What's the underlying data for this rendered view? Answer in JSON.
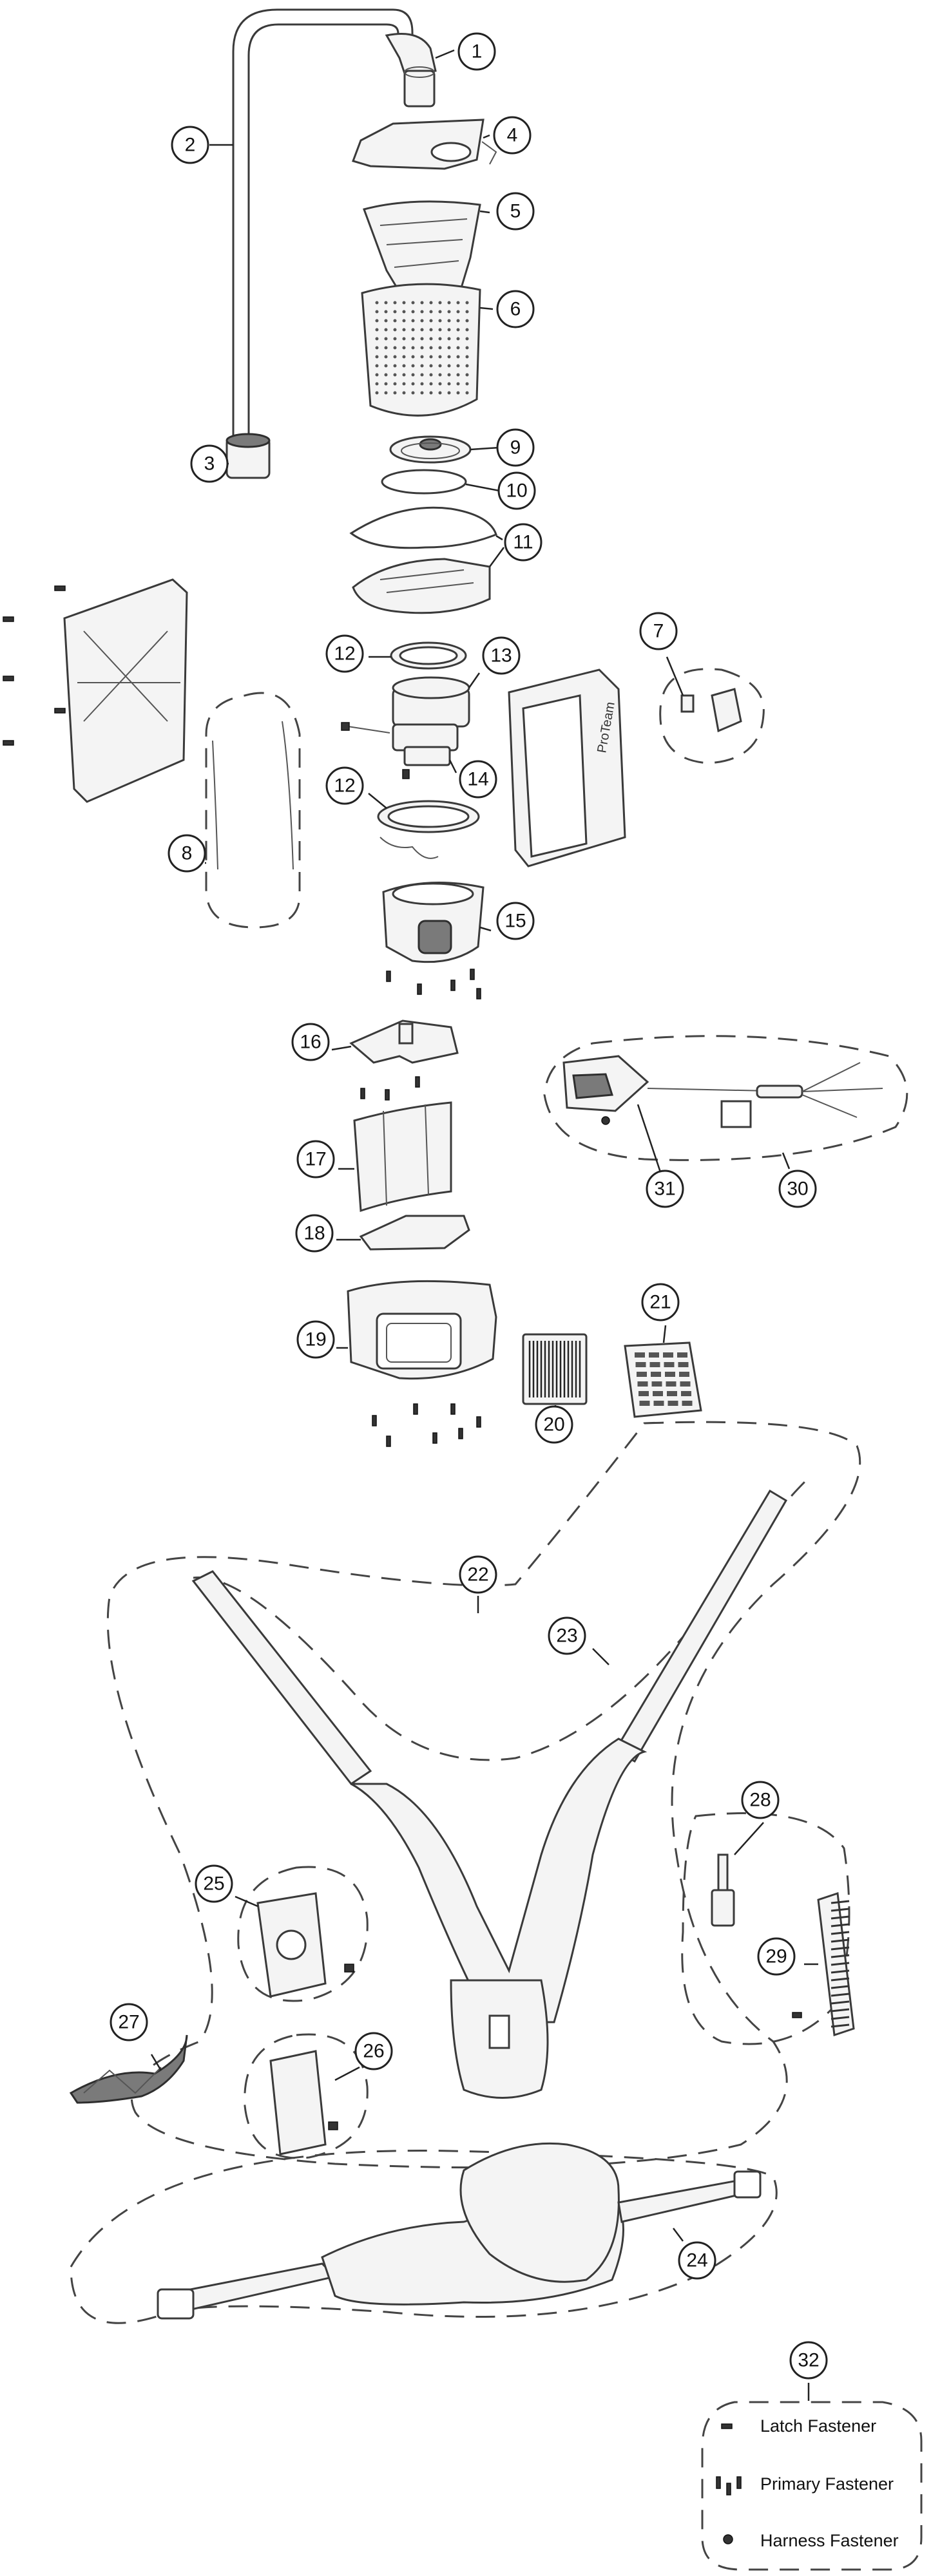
{
  "callouts": [
    {
      "id": "1",
      "label": "1"
    },
    {
      "id": "2",
      "label": "2"
    },
    {
      "id": "3",
      "label": "3"
    },
    {
      "id": "4",
      "label": "4"
    },
    {
      "id": "5",
      "label": "5"
    },
    {
      "id": "6",
      "label": "6"
    },
    {
      "id": "7",
      "label": "7"
    },
    {
      "id": "8",
      "label": "8"
    },
    {
      "id": "9",
      "label": "9"
    },
    {
      "id": "10",
      "label": "10"
    },
    {
      "id": "11",
      "label": "11"
    },
    {
      "id": "12a",
      "label": "12"
    },
    {
      "id": "13",
      "label": "13"
    },
    {
      "id": "12b",
      "label": "12"
    },
    {
      "id": "14",
      "label": "14"
    },
    {
      "id": "15",
      "label": "15"
    },
    {
      "id": "16",
      "label": "16"
    },
    {
      "id": "17",
      "label": "17"
    },
    {
      "id": "18",
      "label": "18"
    },
    {
      "id": "19",
      "label": "19"
    },
    {
      "id": "20",
      "label": "20"
    },
    {
      "id": "21",
      "label": "21"
    },
    {
      "id": "22",
      "label": "22"
    },
    {
      "id": "23",
      "label": "23"
    },
    {
      "id": "24",
      "label": "24"
    },
    {
      "id": "25",
      "label": "25"
    },
    {
      "id": "26",
      "label": "26"
    },
    {
      "id": "27",
      "label": "27"
    },
    {
      "id": "28",
      "label": "28"
    },
    {
      "id": "29",
      "label": "29"
    },
    {
      "id": "30",
      "label": "30"
    },
    {
      "id": "31",
      "label": "31"
    },
    {
      "id": "32",
      "label": "32"
    }
  ],
  "legend": {
    "latch": "Latch Fastener",
    "primary": "Primary Fastener",
    "harness": "Harness Fastener"
  },
  "brand_mark": "ProTeam"
}
